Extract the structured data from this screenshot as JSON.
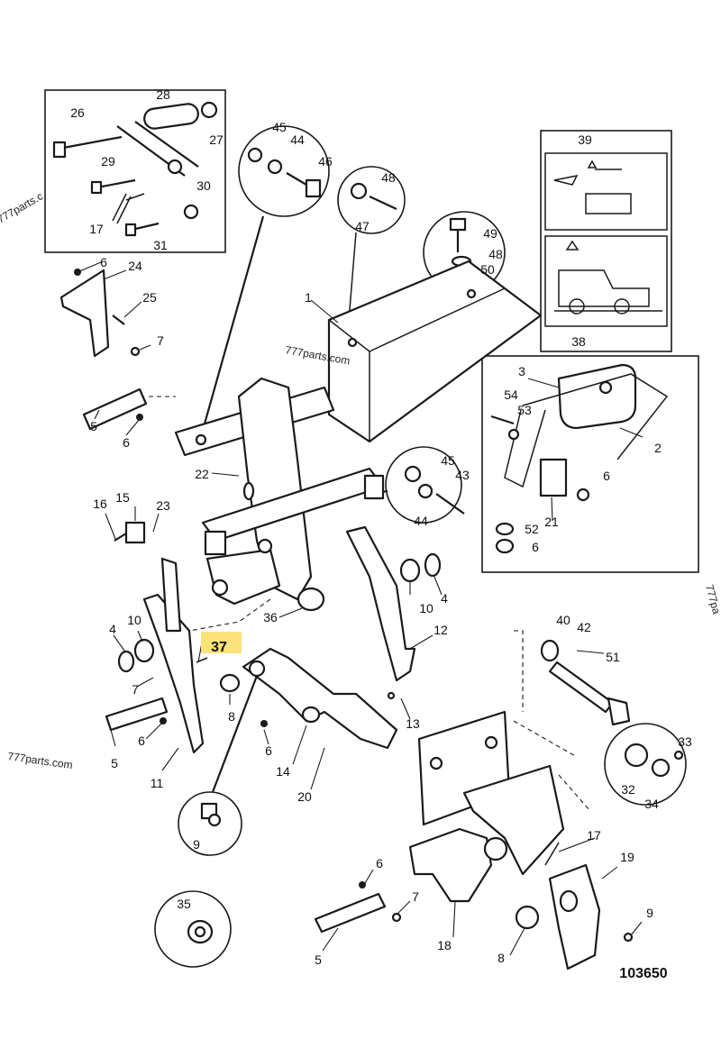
{
  "reference_number": "103650",
  "highlight_color": "#fbe27a",
  "highlighted_label": "37",
  "watermarks": {
    "top_left": "777parts.c",
    "middle": "777parts.com",
    "bottom_left": "777parts.com",
    "right_edge": "777pa"
  },
  "labels": {
    "l1": "1",
    "l2": "2",
    "l3": "3",
    "l4a": "4",
    "l4b": "4",
    "l5a": "5",
    "l5b": "5",
    "l5c": "5",
    "l6a": "6",
    "l6b": "6",
    "l6c": "6",
    "l6d": "6",
    "l6e": "6",
    "l6f": "6",
    "l6g": "6",
    "l7a": "7",
    "l7b": "7",
    "l7c": "7",
    "l8a": "8",
    "l8b": "8",
    "l9a": "9",
    "l9b": "9",
    "l10a": "10",
    "l10b": "10",
    "l11": "11",
    "l12": "12",
    "l13": "13",
    "l14": "14",
    "l15": "15",
    "l16": "16",
    "l17a": "17",
    "l17b": "17",
    "l18": "18",
    "l19": "19",
    "l20": "20",
    "l21": "21",
    "l22": "22",
    "l23": "23",
    "l24": "24",
    "l25": "25",
    "l26": "26",
    "l27": "27",
    "l28": "28",
    "l29": "29",
    "l30": "30",
    "l31": "31",
    "l32": "32",
    "l33": "33",
    "l34": "34",
    "l35": "35",
    "l36": "36",
    "l37": "37",
    "l38": "38",
    "l39": "39",
    "l40": "40",
    "l42": "42",
    "l43": "43",
    "l44a": "44",
    "l44b": "44",
    "l45a": "45",
    "l45b": "45",
    "l46": "46",
    "l47": "47",
    "l48a": "48",
    "l48b": "48",
    "l49": "49",
    "l50": "50",
    "l51": "51",
    "l52": "52",
    "l53": "53",
    "l54": "54"
  }
}
